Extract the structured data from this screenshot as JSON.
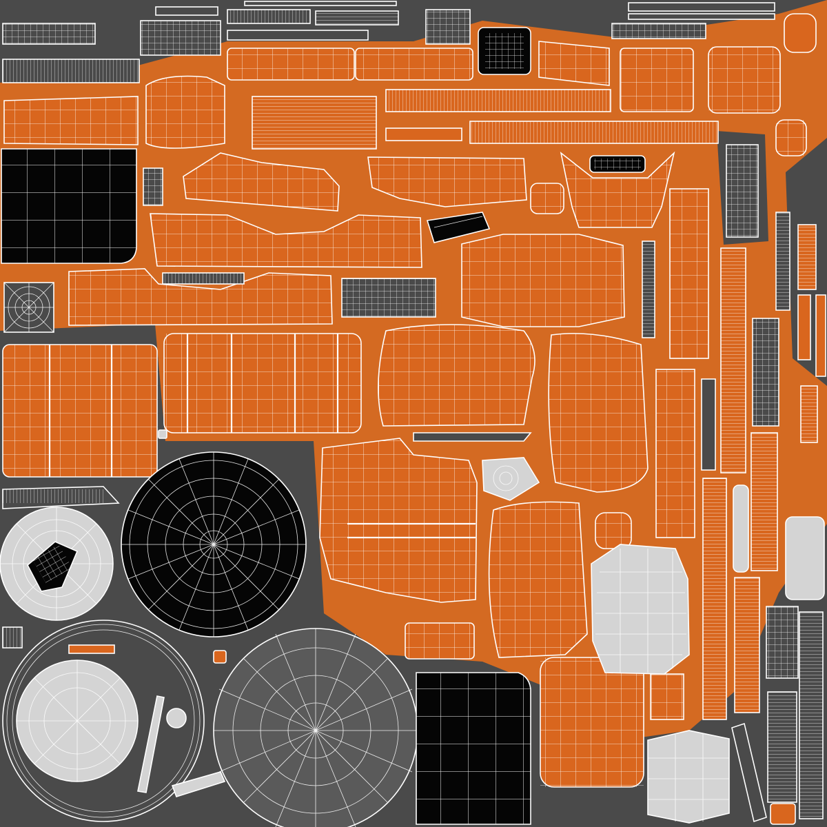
{
  "palette": {
    "background": "#4a4a4a",
    "orange": "#d9661e",
    "orange_bg": "#d46a22",
    "black": "#050505",
    "light": "#d4d4d4",
    "mid": "#5a5a5a",
    "wire": "#ffffff"
  },
  "island_groups": [
    "top-strip-panels",
    "upper-orange-body-panels",
    "left-black-panel",
    "middle-orange-cushions",
    "right-vertical-strips",
    "bottom-left-round-parts",
    "bottom-black-panel",
    "bottom-right-light-panels"
  ]
}
